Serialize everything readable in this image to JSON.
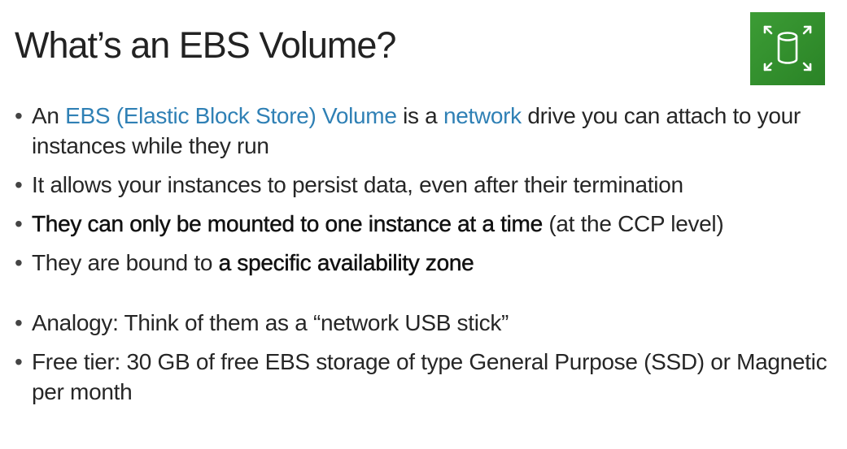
{
  "slide": {
    "title": "What’s an EBS Volume?",
    "icon": "ebs-volume-icon",
    "colors": {
      "highlight": "#2f80b5",
      "icon_background": "#2e8f2a",
      "text": "#262626"
    }
  },
  "bullets": {
    "b1": {
      "pre": "An ",
      "hl1": "EBS (Elastic Block Store) Volume",
      "mid": " is a ",
      "hl2": "network",
      "post": " drive you can attach to your instances while they run"
    },
    "b2": {
      "text": "It allows your instances to persist data, even after their termination"
    },
    "b3": {
      "strong": "They can only be mounted to one instance at a time",
      "rest": " (at the CCP level)"
    },
    "b4": {
      "pre": "They are bound to ",
      "strong": "a specific availability zone"
    },
    "b5": {
      "text": "Analogy: Think of them as a “network USB stick”"
    },
    "b6": {
      "text": "Free tier: 30 GB of free EBS storage of type General Purpose (SSD) or Magnetic per month"
    }
  }
}
